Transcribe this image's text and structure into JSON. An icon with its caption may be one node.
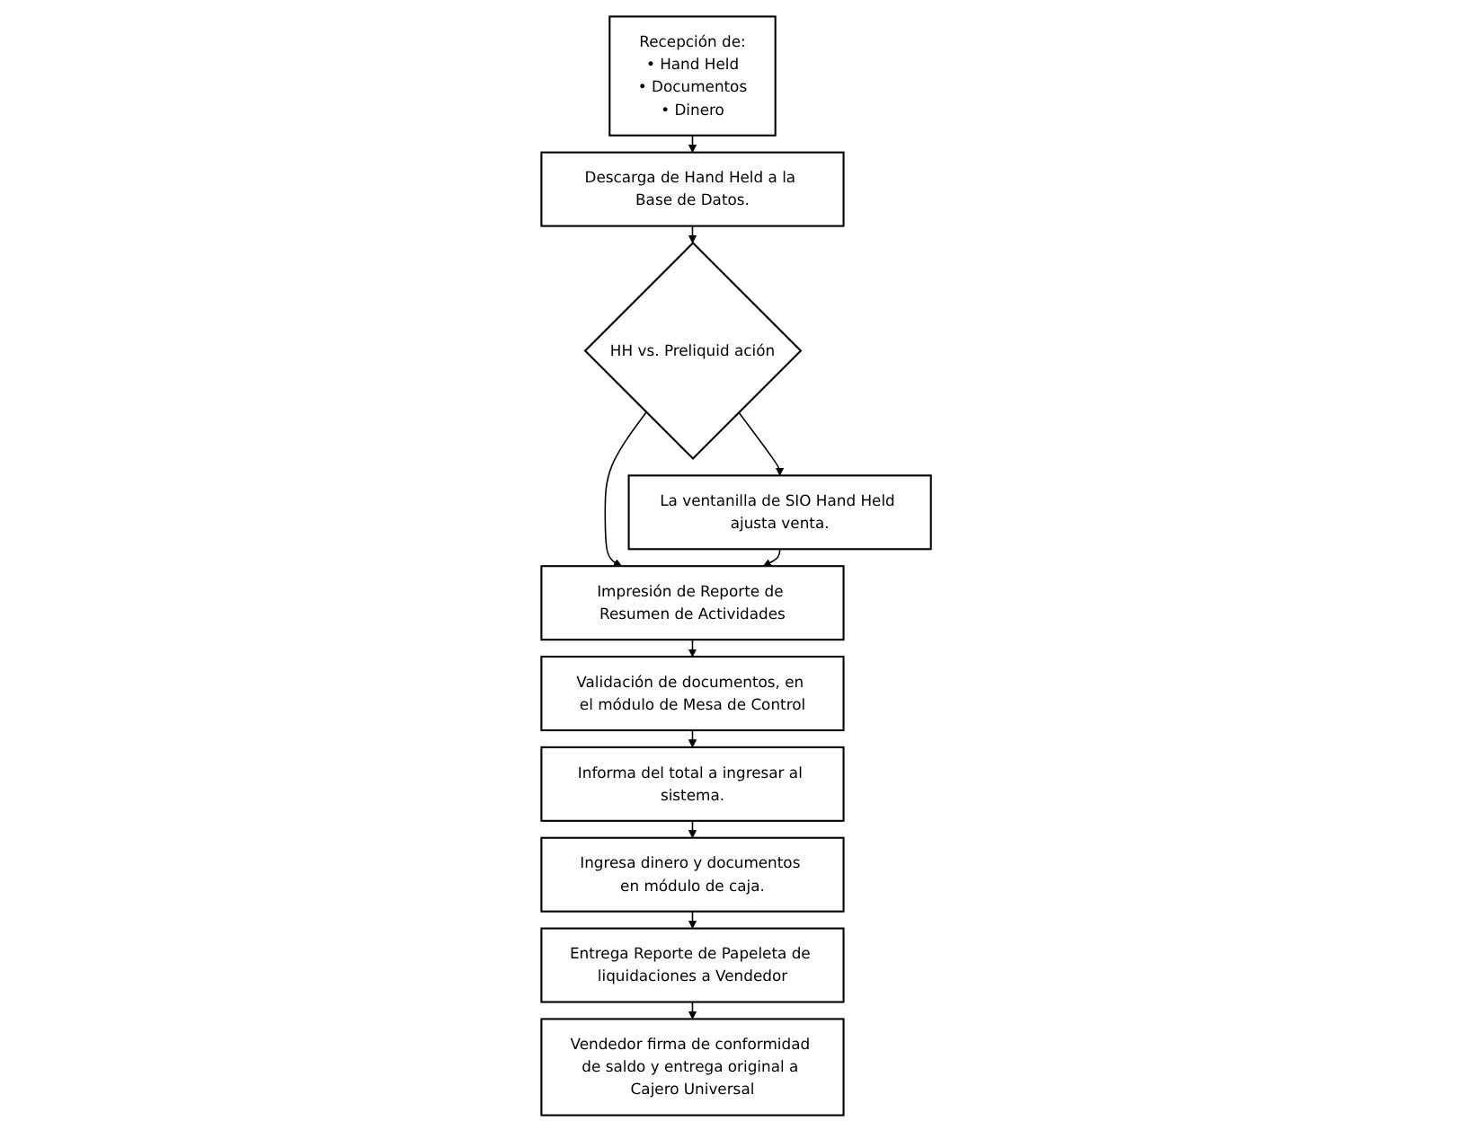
{
  "diagram": {
    "nodes": [
      {
        "text": [
          "Recepción de:",
          "• Hand Held",
          "• Documentos",
          "• Dinero"
        ]
      },
      {
        "text": [
          "Descarga de Hand Held a la Base de Datos."
        ]
      },
      {
        "text": [
          "HH vs. Preliquid ación"
        ]
      },
      {
        "text": [
          "La ventanilla de SIO Hand Held ajusta venta."
        ]
      },
      {
        "text": [
          "Impresión de Reporte de Resumen de Actividades"
        ]
      },
      {
        "text": [
          "Validación de documentos, en el módulo de Mesa de Control"
        ]
      },
      {
        "text": [
          "Informa del total a ingresar al sistema."
        ]
      },
      {
        "text": [
          "Ingresa dinero y documentos en módulo de caja."
        ]
      },
      {
        "text": [
          "Entrega Reporte de Papeleta de liquidaciones a Vendedor"
        ]
      },
      {
        "text": [
          "Vendedor firma de conformidad de saldo y entrega original a Cajero Universal"
        ]
      }
    ],
    "edges": [
      {
        "from": 0,
        "to": 1,
        "arrow": "to"
      },
      {
        "from": 1,
        "to": 2,
        "arrow": "to"
      },
      {
        "from": 2,
        "to": 3,
        "arrow": "to"
      },
      {
        "from": 2,
        "to": 4,
        "arrow": "to"
      },
      {
        "from": 3,
        "to": 4,
        "arrow": "to"
      },
      {
        "from": 4,
        "to": 5,
        "arrow": "to"
      },
      {
        "from": 5,
        "to": 6,
        "arrow": "to"
      },
      {
        "from": 6,
        "to": 7,
        "arrow": "to"
      },
      {
        "from": 7,
        "to": 8,
        "arrow": "to"
      },
      {
        "from": 8,
        "to": 9,
        "arrow": "to"
      }
    ]
  }
}
